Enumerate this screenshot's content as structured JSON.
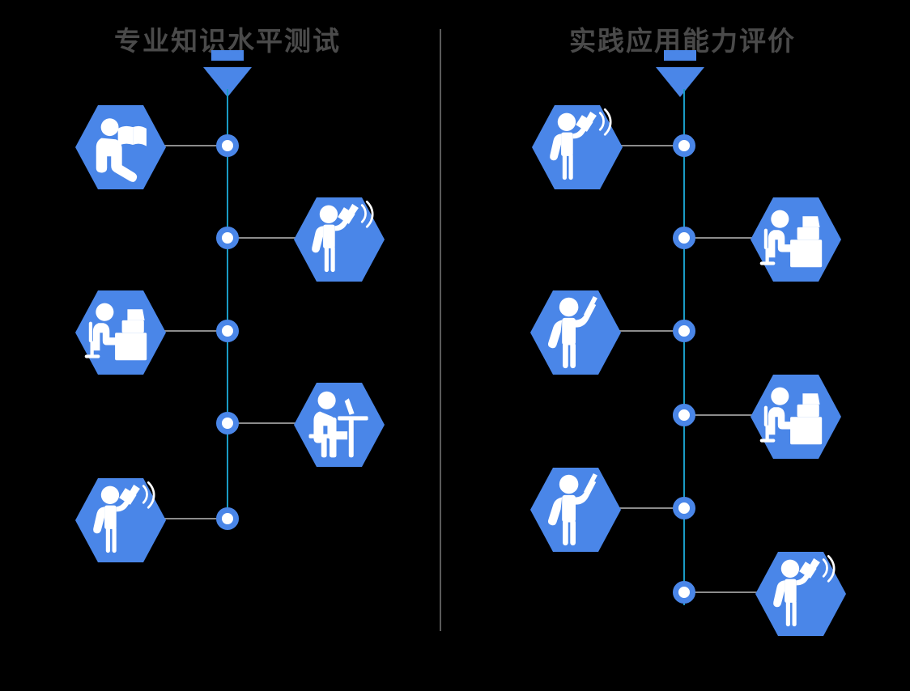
{
  "theme": {
    "background": "#000000",
    "hex_fill": "#4a86e8",
    "icon_fill": "#ffffff",
    "node_ring": "#4a86e8",
    "node_center": "#ffffff",
    "spine_color": "#1a9bc4",
    "connector_color": "#8c8c8c",
    "divider_color": "#5a5a5a",
    "title_color": "#4a4a4a",
    "arrow_color": "#4a86e8"
  },
  "panels": [
    {
      "id": "left",
      "title": "专业知识水平测试",
      "arrow_icon": "down-arrow-icon",
      "steps": [
        {
          "index": 1,
          "icon": "person-reading-book-icon",
          "side": "left"
        },
        {
          "index": 2,
          "icon": "person-megaphone-icon",
          "side": "right"
        },
        {
          "index": 3,
          "icon": "person-at-desk-computer-icon",
          "side": "left"
        },
        {
          "index": 4,
          "icon": "person-writing-at-table-icon",
          "side": "right"
        },
        {
          "index": 5,
          "icon": "person-megaphone-icon",
          "side": "left"
        }
      ]
    },
    {
      "id": "right",
      "title": "实践应用能力评价",
      "arrow_icon": "down-arrow-icon",
      "steps": [
        {
          "index": 1,
          "icon": "person-megaphone-icon",
          "side": "left"
        },
        {
          "index": 2,
          "icon": "person-at-desk-computer-icon",
          "side": "right"
        },
        {
          "index": 3,
          "icon": "person-pointer-raised-icon",
          "side": "left"
        },
        {
          "index": 4,
          "icon": "person-at-desk-computer-icon",
          "side": "right"
        },
        {
          "index": 5,
          "icon": "person-pointer-raised-icon",
          "side": "left"
        },
        {
          "index": 6,
          "icon": "person-megaphone-icon",
          "side": "right"
        }
      ]
    }
  ]
}
